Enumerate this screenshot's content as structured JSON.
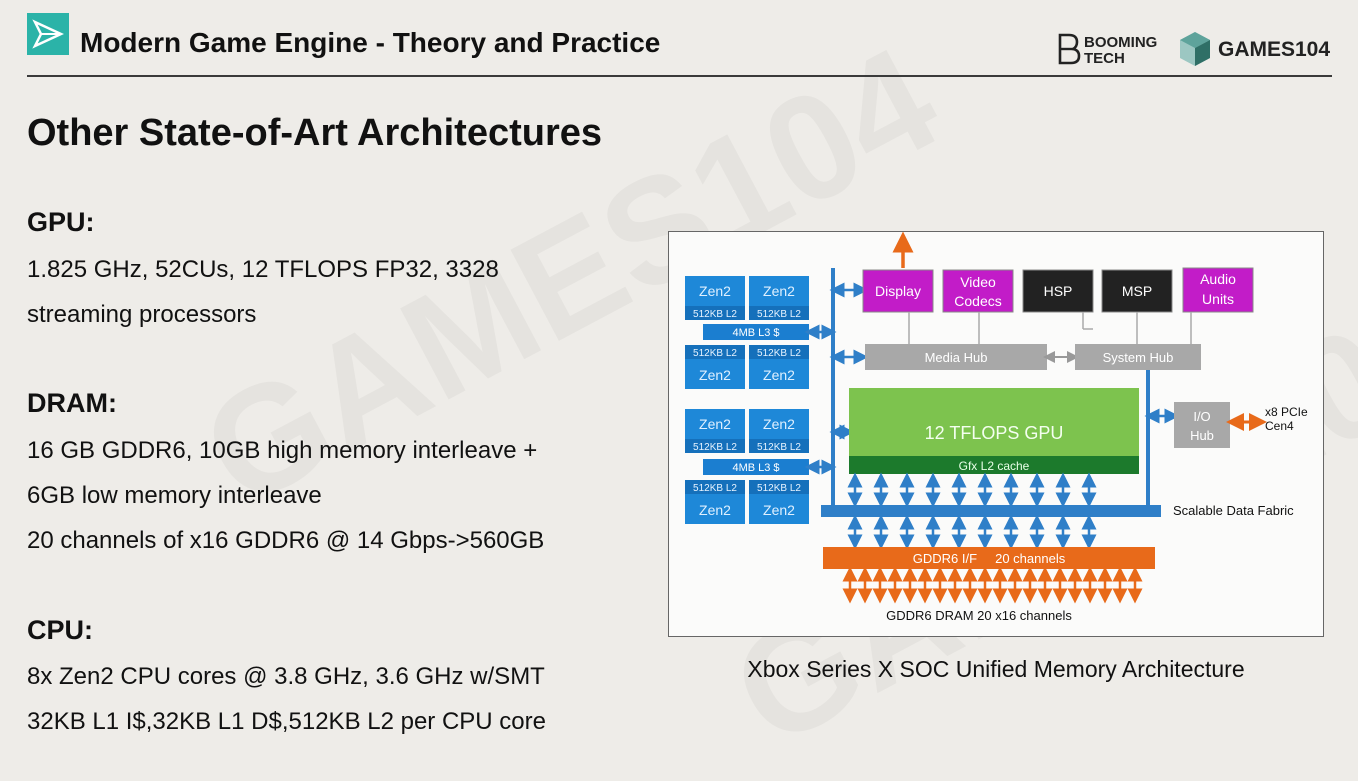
{
  "header": {
    "title": "Modern Game Engine - Theory and Practice",
    "logo_left_color": "#2bb3a8",
    "booming_logo": "BOOMING TECH",
    "games_logo": "GAMES104"
  },
  "slide": {
    "title": "Other State-of-Art Architectures",
    "sections": [
      {
        "heading": "GPU:",
        "lines": [
          "1.825 GHz, 52CUs, 12 TFLOPS FP32, 3328",
          "streaming processors"
        ]
      },
      {
        "heading": "DRAM:",
        "lines": [
          "16 GB GDDR6, 10GB high memory interleave +",
          "6GB low memory interleave",
          "20 channels of x16 GDDR6 @ 14 Gbps->560GB"
        ]
      },
      {
        "heading": "CPU:",
        "lines": [
          "8x Zen2 CPU cores @ 3.8 GHz, 3.6 GHz w/SMT",
          "32KB L1 I$,32KB L1 D$,512KB L2 per CPU core"
        ]
      }
    ]
  },
  "diagram": {
    "caption": "Xbox Series X SOC Unified Memory Architecture",
    "zen": "Zen2",
    "l2": "512KB L2",
    "l3": "4MB L3 $",
    "blocks": {
      "display": "Display",
      "video_codecs": [
        "Video",
        "Codecs"
      ],
      "hsp": "HSP",
      "msp": "MSP",
      "audio_units": [
        "Audio",
        "Units"
      ],
      "media_hub": "Media Hub",
      "system_hub": "System Hub",
      "gpu": "12 TFLOPS GPU",
      "gfx_l2": "Gfx L2 cache",
      "io_hub": [
        "I/O",
        "Hub"
      ],
      "pcie": [
        "x8 PCIe",
        "Cen4"
      ],
      "fabric": "Scalable Data Fabric",
      "gddr_if": "GDDR6 I/F     20 channels",
      "dram": "GDDR6 DRAM 20 x16 channels"
    },
    "colors": {
      "zen_blue": "#1e88d8",
      "magenta": "#c21cc8",
      "black_block": "#222222",
      "hub_gray": "#a8a8a8",
      "gpu_green": "#7dc34e",
      "gfx_dark_green": "#1c7a2c",
      "bus_blue": "#2f7fc8",
      "gddr_orange": "#e86a1a"
    }
  }
}
